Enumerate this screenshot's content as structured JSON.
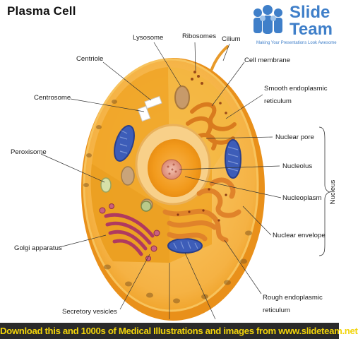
{
  "title": "Plasma Cell",
  "logo": {
    "name_line1": "Slide",
    "name_line2": "Team",
    "tagline": "Making Your Presentations Look Awesome"
  },
  "labels": {
    "lysosome": "Lysosome",
    "ribosomes": "Ribosomes",
    "cilium": "Cilium",
    "centriole": "Centriole",
    "cell_membrane": "Cell membrane",
    "centrosome": "Centrosome",
    "smooth_er_1": "Smooth endoplasmic",
    "smooth_er_2": "reticulum",
    "nuclear_pore": "Nuclear pore",
    "peroxisome": "Peroxisome",
    "nucleolus": "Nucleolus",
    "nucleus": "Nucleus",
    "nucleoplasm": "Nucleoplasm",
    "nuclear_envelope": "Nuclear envelope",
    "golgi": "Golgi apparatus",
    "rough_er_1": "Rough endoplasmic",
    "rough_er_2": "reticulum",
    "secretory_vesicles": "Secretory vesicles"
  },
  "footer": "Download this and 1000s of Medical Illustrations and images from www.slideteam.net",
  "colors": {
    "cell_outer": "#f6b543",
    "cell_inner": "#f3a21c",
    "mitochondria": "#3d5db8",
    "golgi": "#b03a5f",
    "rough_er": "#e88a2a",
    "nucleus": "#f39a1e",
    "footer_bg": "#2a2a2a",
    "footer_text": "#f2d40a",
    "logo_blue": "#3f7fc9"
  }
}
